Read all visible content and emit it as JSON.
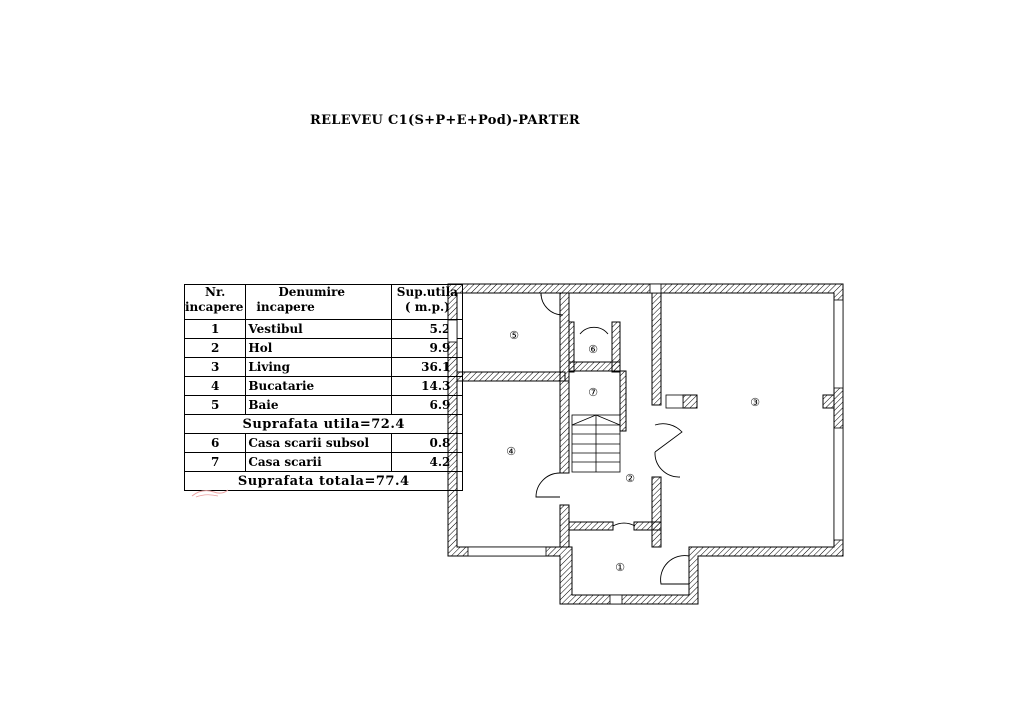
{
  "title": "RELEVEU  C1(S+P+E+Pod)-PARTER",
  "table": {
    "header": {
      "nr_line1": "Nr.",
      "nr_line2": "incapere",
      "name_line1": "Denumire",
      "name_line2": "incapere",
      "area_line1": "Sup.utila",
      "area_line2": "( m.p.)"
    },
    "rooms": [
      {
        "nr": "1",
        "name": "Vestibul",
        "area": "5.2"
      },
      {
        "nr": "2",
        "name": "Hol",
        "area": "9.9"
      },
      {
        "nr": "3",
        "name": "Living",
        "area": "36.1"
      },
      {
        "nr": "4",
        "name": "Bucatarie",
        "area": "14.3"
      },
      {
        "nr": "5",
        "name": "Baie",
        "area": "6.9"
      }
    ],
    "useful_total": "Suprafata  utila=72.4",
    "extra_rooms": [
      {
        "nr": "6",
        "name": "Casa  scarii  subsol",
        "area": "0.8"
      },
      {
        "nr": "7",
        "name": "Casa  scarii",
        "area": "4.2"
      }
    ],
    "grand_total": "Suprafata  totala=77.4"
  },
  "plan": {
    "room_numbers": [
      "①",
      "②",
      "③",
      "④",
      "⑤",
      "⑥",
      "⑦"
    ],
    "wall_color": "#000000",
    "stamp_color": "#e07070"
  }
}
